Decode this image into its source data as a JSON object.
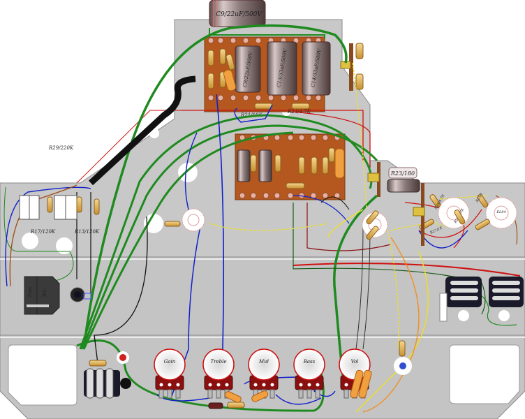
{
  "title": "Guitar amplifier chassis wiring layout",
  "labels": {
    "cap_top": "C9/22uF/500V",
    "cap_board1": "C9/22uF/500V",
    "cap_board2": "C13/33uF/500V",
    "cap_board3": "C14/33uF/500V",
    "r21": "R21/10K",
    "r24": "R24/4.7K",
    "r29": "R29/220K",
    "r17": "R17/120K",
    "r13": "R13/120K",
    "r23": "R23/180",
    "r26": "R26/4.7K",
    "r27": "R27/1K",
    "r25": "R25/1",
    "r22": "R22/4.7K",
    "tube_label": "EL84",
    "fuse": "Fuse",
    "iec": "IEC"
  },
  "pots": [
    {
      "label": "Gain"
    },
    {
      "label": "Treble"
    },
    {
      "label": "Mid"
    },
    {
      "label": "Bass"
    },
    {
      "label": "Vol"
    }
  ],
  "colors": {
    "chassis": "#c8c8c8",
    "chassis_edge": "#8a8a8a",
    "board": "#b5581f",
    "wire_green": "#1f8a1f",
    "wire_red": "#d01010",
    "wire_blue": "#1020c8",
    "wire_black": "#111111",
    "wire_brown": "#a0501a",
    "wire_yellow": "#f0e020",
    "wire_orange": "#f09020",
    "pot_red": "#cc1010"
  }
}
